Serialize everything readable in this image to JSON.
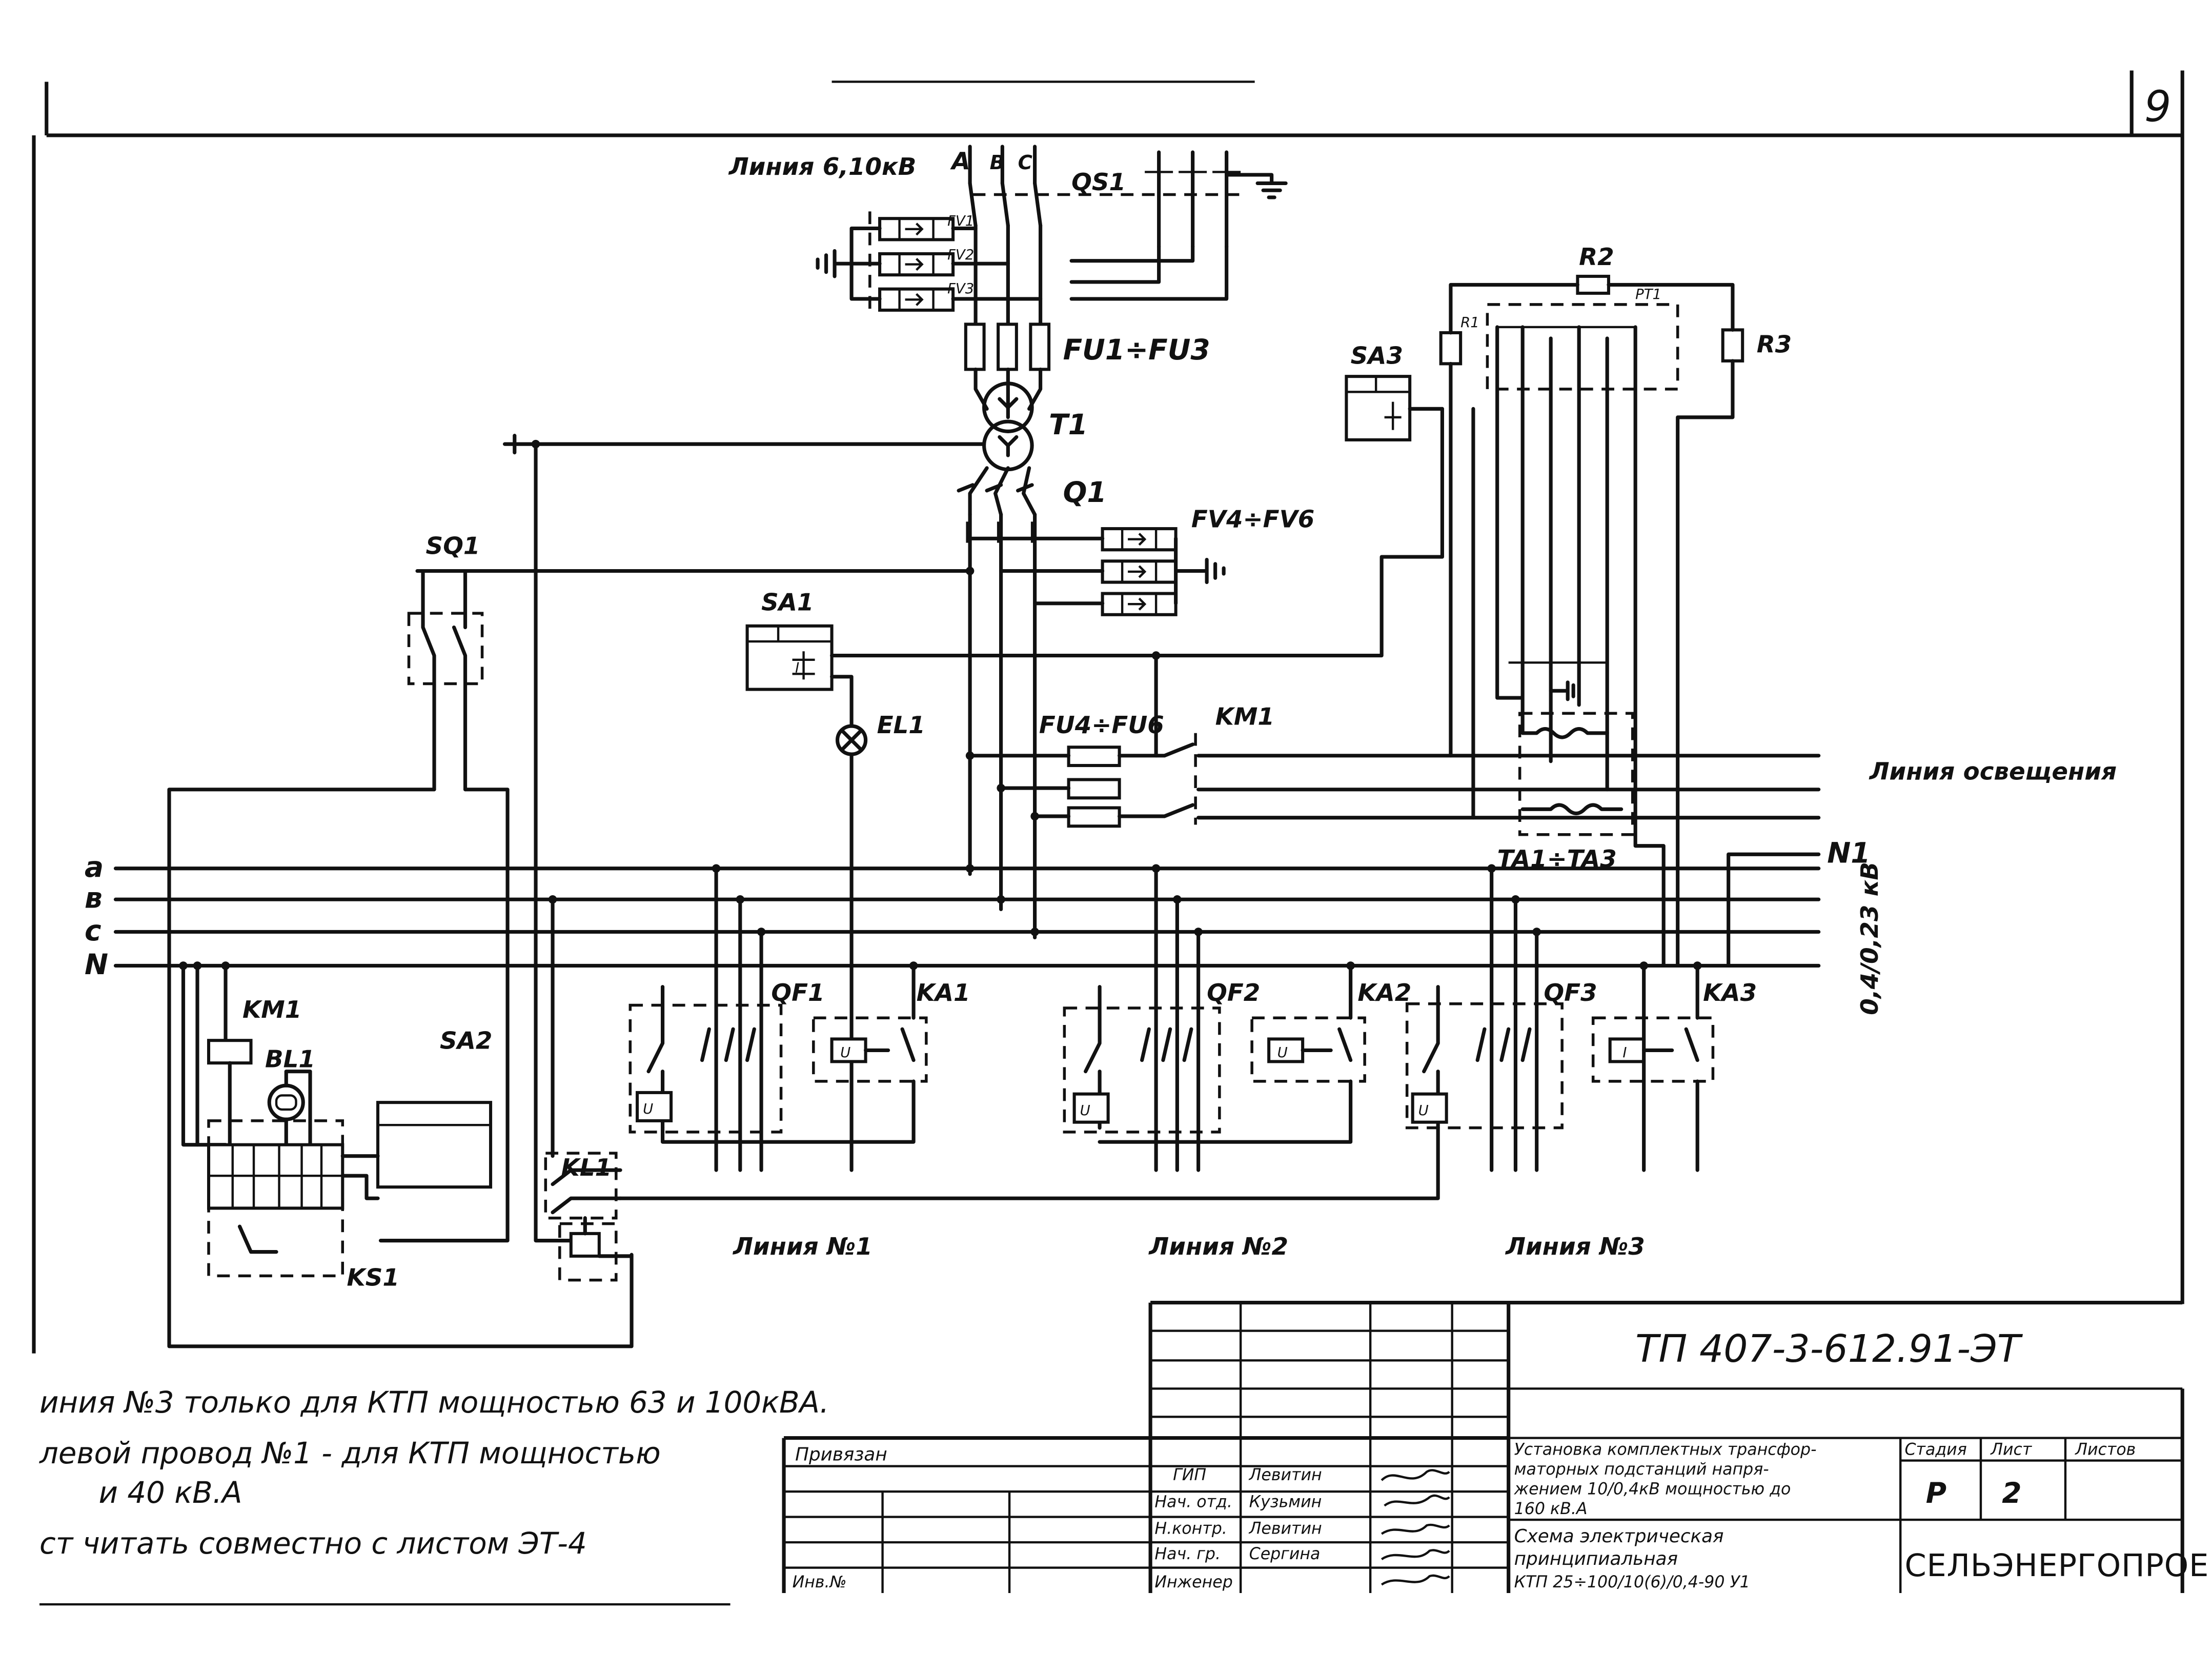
{
  "sheet": {
    "page_number": "9",
    "title_code": "ТП 407-3-612.91-ЭТ"
  },
  "diagram": {
    "hv_line": "Линия 6,10кВ",
    "phase_a": "A",
    "phase_b": "B",
    "phase_c": "C",
    "qs1": "QS1",
    "fv1": "FV1",
    "fv2": "FV2",
    "fv3": "FV3",
    "fu1_fu3": "FU1÷FU3",
    "t1": "T1",
    "q1": "Q1",
    "fv4_fv6": "FV4÷FV6",
    "sq1": "SQ1",
    "sa1": "SA1",
    "el1": "EL1",
    "fu4_fu6": "FU4÷FU6",
    "km1_contact": "KM1",
    "sa3": "SA3",
    "r1": "R1",
    "r2": "R2",
    "r3": "R3",
    "pt1": "PT1",
    "lighting_line": "Линия освещения",
    "ta1_ta3": "TA1÷TA3",
    "bus_a": "a",
    "bus_b": "в",
    "bus_c": "с",
    "bus_n": "N",
    "n1": "N1",
    "voltage": "0,4/0,23 кВ",
    "qf1": "QF1",
    "qf2": "QF2",
    "qf3": "QF3",
    "ka1": "KA1",
    "ka2": "KA2",
    "ka3": "KA3",
    "km1_coil": "KM1",
    "bl1": "BL1",
    "sa2": "SA2",
    "ks1": "KS1",
    "kl1": "KL1",
    "line1": "Линия №1",
    "line2": "Линия №2",
    "line3": "Линия №3",
    "u": "U",
    "i": "I"
  },
  "notes": {
    "n1": "иния №3 только для КТП мощностью 63 и 100кВА.",
    "n2": "левой провод №1 - для КТП мощностью",
    "n3": "и 40 кВ.А",
    "n4": "ст читать совместно с листом ЭТ-4"
  },
  "title_block": {
    "privyazan": "Привязан",
    "inv": "Инв.№",
    "roles": [
      "ГИП",
      "Нач. отд.",
      "Н.контр.",
      "Нач. гр.",
      "Инженер"
    ],
    "names": [
      "Левитин",
      "Кузьмин",
      "Левитин",
      "Сергина",
      ""
    ],
    "description": [
      "Установка комплектных трансфор-",
      "маторных подстанций напря-",
      "жением 10/0,4кВ мощностью до",
      "160 кВ.А"
    ],
    "sheet_title": [
      "Схема электрическая",
      "принципиальная",
      "КТП 25÷100/10(6)/0,4-90 У1"
    ],
    "col_stage": "Стадия",
    "col_sheet": "Лист",
    "col_sheets": "Листов",
    "stage": "Р",
    "sheet_no": "2",
    "org": "СЕЛЬЭНЕРГОПРОЕКТ"
  }
}
